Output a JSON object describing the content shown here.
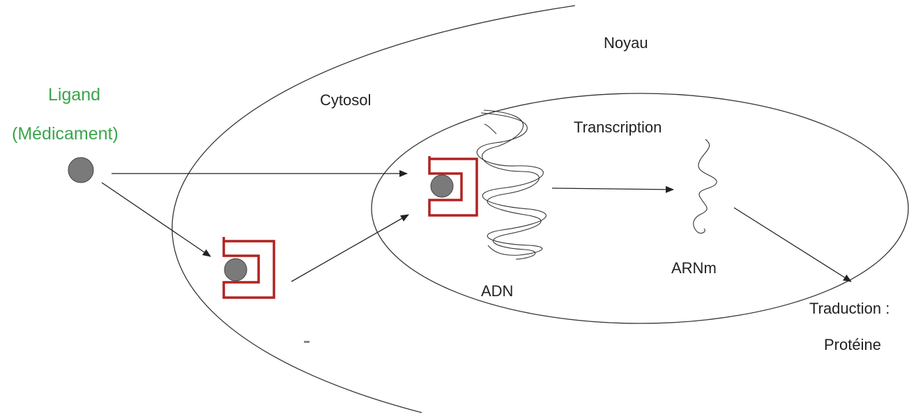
{
  "labels": {
    "ligand": "Ligand",
    "medicament": "(Médicament)",
    "cytosol": "Cytosol",
    "noyau": "Noyau",
    "transcription": "Transcription",
    "adn": "ADN",
    "arnm": "ARNm",
    "traduction": "Traduction :",
    "proteine": "Protéine"
  },
  "colors": {
    "ligand_text": "#3aa54a",
    "receptor": "#b22222",
    "ligand_fill": "#7a7a7a",
    "line": "#222222"
  }
}
